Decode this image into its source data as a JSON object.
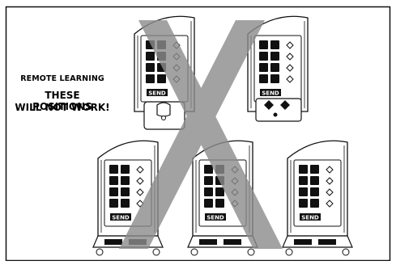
{
  "figure": {
    "caption_subtitle": "REMOTE LEARNING",
    "caption_line1": "THESE POSITIONS",
    "caption_line2": "WILL NOT WORK!",
    "send_label": "SEND",
    "colors": {
      "line": "#111111",
      "key_fill": "#111111",
      "cross": "#8c8c8c",
      "background": "#ffffff"
    },
    "icons": [
      "keypad-unit-icon",
      "vehicle-remote-icon",
      "large-cross-icon",
      "arrow-icon"
    ]
  }
}
